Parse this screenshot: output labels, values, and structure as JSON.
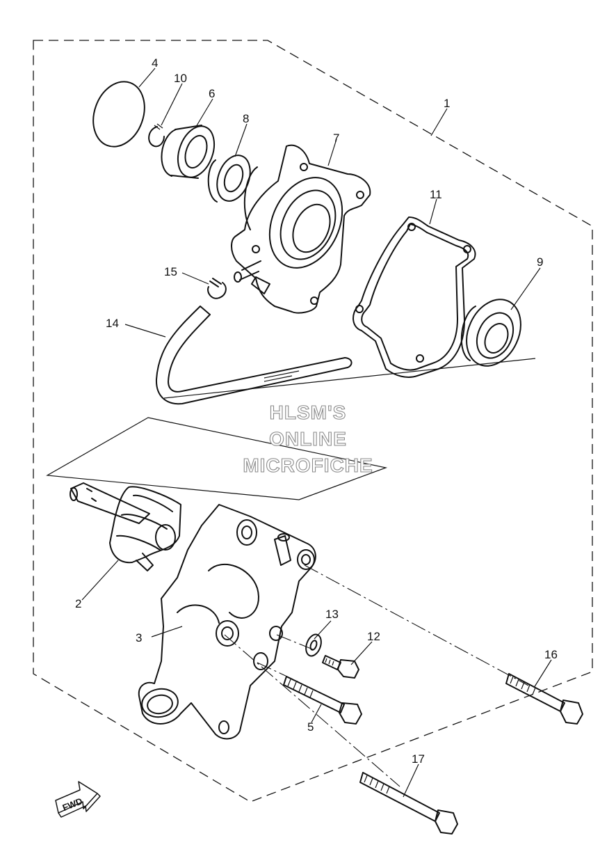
{
  "callouts": {
    "c1": "1",
    "c2": "2",
    "c3": "3",
    "c4": "4",
    "c5": "5",
    "c6": "6",
    "c7": "7",
    "c8": "8",
    "c9": "9",
    "c10": "10",
    "c11": "11",
    "c12": "12",
    "c13": "13",
    "c14": "14",
    "c15": "15",
    "c16": "16",
    "c17": "17"
  },
  "watermark": {
    "line1": "HLSM'S",
    "line2": "ONLINE",
    "line3": "MICROFICHE"
  },
  "fwd_label": "FWD"
}
